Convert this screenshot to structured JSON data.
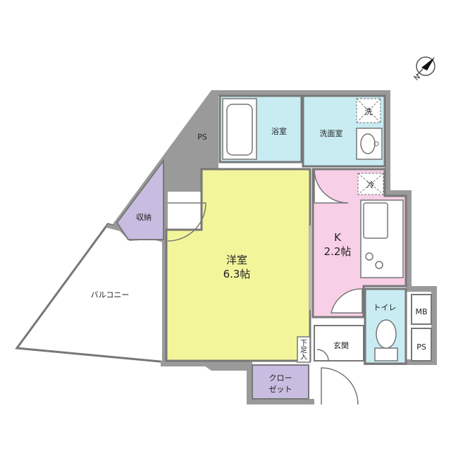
{
  "colors": {
    "wall": "#9a9a9a",
    "outline": "#777777",
    "western_room": "#f2f59a",
    "kitchen": "#f7cfe6",
    "bath": "#c9ecf3",
    "storage": "#c8bde0",
    "balcony": "#ffffff",
    "fixture": "#ffffff"
  },
  "compass": {
    "icon": "north-arrow-icon",
    "letter": "N"
  },
  "rooms": {
    "ps_top": "PS",
    "bathroom": "浴室",
    "washroom": "洗面室",
    "washer": "洗",
    "fridge": "冷",
    "storage": "収納",
    "western_room": {
      "name": "洋室",
      "size": "6.3帖"
    },
    "kitchen": {
      "name": "K",
      "size": "2.2帖"
    },
    "balcony": "バルコニー",
    "toilet": "トイレ",
    "mb": "MB",
    "ps_bottom": "PS",
    "entrance": "玄関",
    "shoe_box": {
      "line1": "下",
      "line2": "足",
      "line3": "入"
    },
    "closet": {
      "line1": "クロー",
      "line2": "ゼット"
    }
  }
}
